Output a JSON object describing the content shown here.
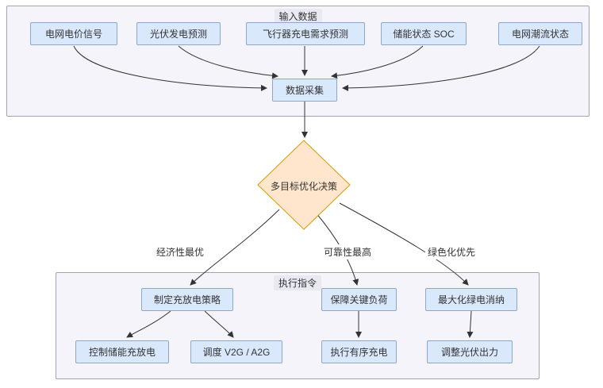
{
  "diagram": {
    "containers": {
      "input": {
        "title": "输入数据"
      },
      "exec": {
        "title": "执行指令"
      }
    },
    "nodes": {
      "price": {
        "label": "电网电价信号"
      },
      "pv": {
        "label": "光伏发电预测"
      },
      "demand": {
        "label": "飞行器充电需求预测"
      },
      "soc": {
        "label": "储能状态 SOC"
      },
      "flow": {
        "label": "电网潮流状态"
      },
      "collect": {
        "label": "数据采集"
      },
      "decision": {
        "label": "多目标优化决策"
      },
      "strategy": {
        "label": "制定充放电策略"
      },
      "critical": {
        "label": "保障关键负荷"
      },
      "green": {
        "label": "最大化绿电消纳"
      },
      "storage": {
        "label": "控制储能充放电"
      },
      "v2g": {
        "label": "调度 V2G / A2G"
      },
      "orderly": {
        "label": "执行有序充电"
      },
      "adjust": {
        "label": "调整光伏出力"
      }
    },
    "edge_labels": {
      "economic": "经济性最优",
      "reliability": "可靠性最高",
      "green_first": "绿色化优先"
    },
    "colors": {
      "node_fill": "#dae8fc",
      "node_stroke": "#8fa7c7",
      "diamond_fill": "#ffe6cc",
      "diamond_stroke": "#d79b00",
      "container_fill": "#f4f4fa",
      "container_stroke": "#a3a3b8",
      "edge": "#333333"
    }
  }
}
